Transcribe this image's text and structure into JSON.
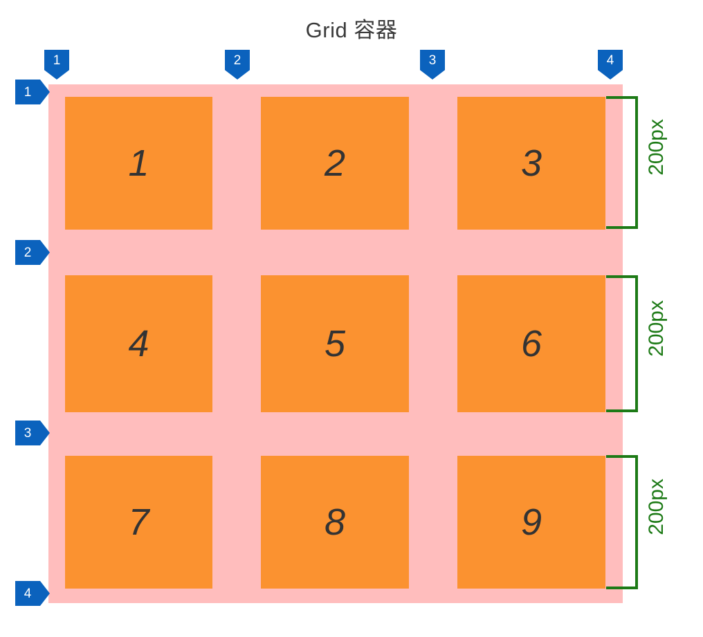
{
  "title": "Grid 容器",
  "colors": {
    "container_bg": "#ffbdbd",
    "item_bg": "#fb9230",
    "marker_bg": "#0b62bd",
    "marker_text": "#ffffff",
    "bracket": "#1d7a16",
    "item_text": "#333333",
    "title_text": "#3b3b3b",
    "page_bg": "#ffffff"
  },
  "column_lines": [
    {
      "label": "1"
    },
    {
      "label": "2"
    },
    {
      "label": "3"
    },
    {
      "label": "4"
    }
  ],
  "row_lines": [
    {
      "label": "1"
    },
    {
      "label": "2"
    },
    {
      "label": "3"
    },
    {
      "label": "4"
    }
  ],
  "items": [
    {
      "label": "1"
    },
    {
      "label": "2"
    },
    {
      "label": "3"
    },
    {
      "label": "4"
    },
    {
      "label": "5"
    },
    {
      "label": "6"
    },
    {
      "label": "7"
    },
    {
      "label": "8"
    },
    {
      "label": "9"
    }
  ],
  "row_sizes": [
    {
      "label": "200px"
    },
    {
      "label": "200px"
    },
    {
      "label": "200px"
    }
  ]
}
